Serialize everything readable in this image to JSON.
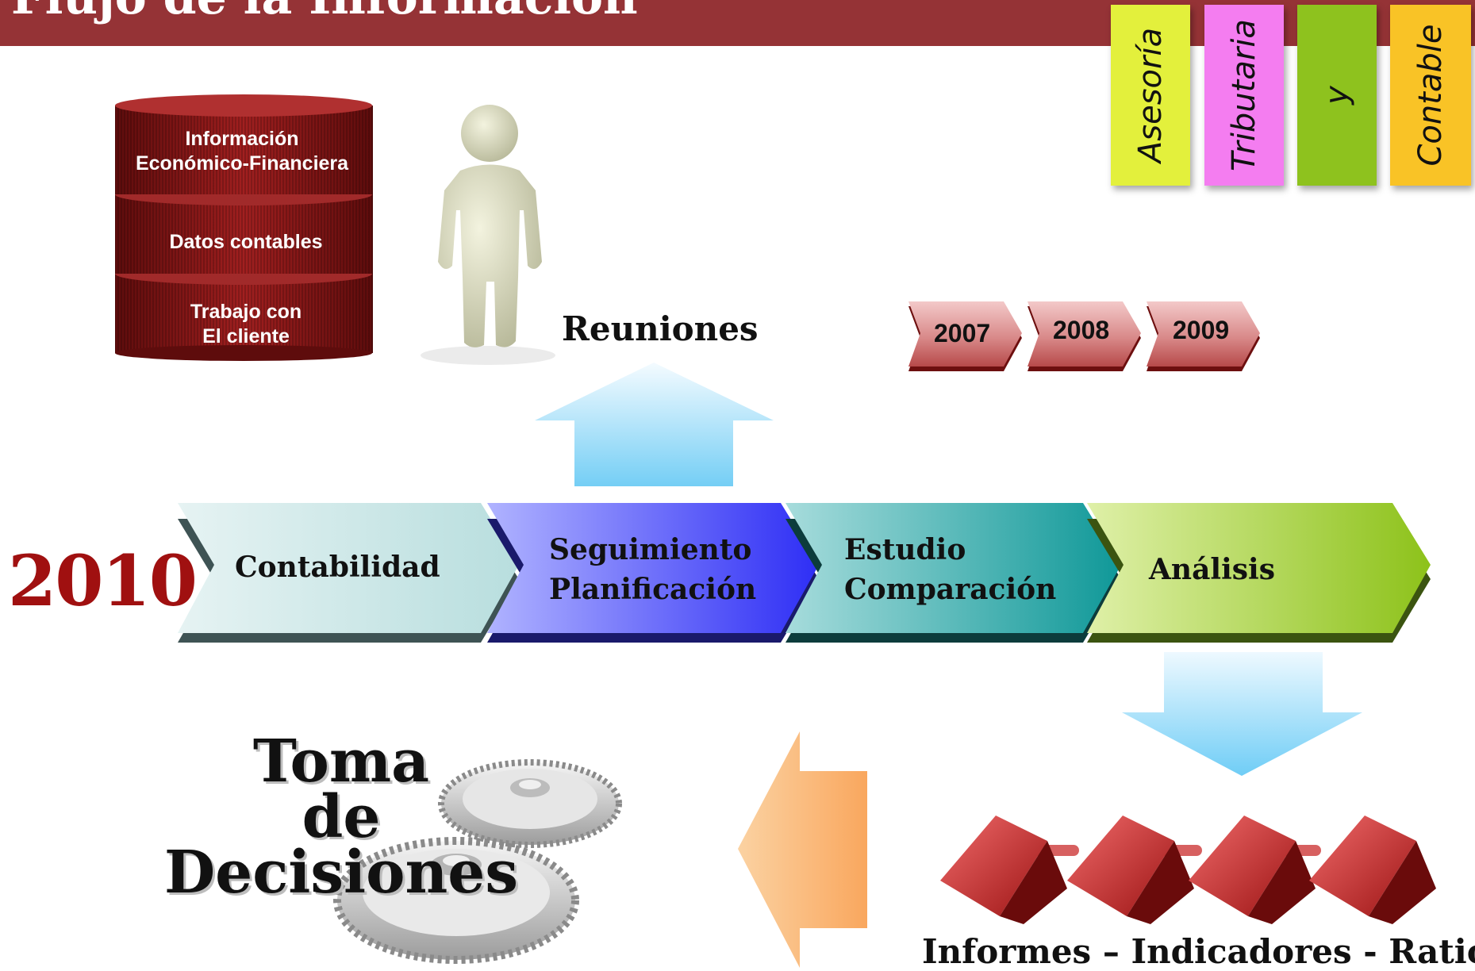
{
  "header": {
    "title": "Flujo de la Información"
  },
  "sticky_notes": [
    {
      "label": "Asesoría",
      "color": "#e3f03c"
    },
    {
      "label": "Tributaria",
      "color": "#f47df0"
    },
    {
      "label": "y",
      "color": "#8ec21e"
    },
    {
      "label": "Contable",
      "color": "#f9c326"
    }
  ],
  "database": {
    "levels": [
      {
        "line1": "Información",
        "line2": "Económico-Financiera"
      },
      {
        "line1": "Datos contables",
        "line2": ""
      },
      {
        "line1": "Trabajo con",
        "line2": "El cliente"
      }
    ],
    "color": "#8d1717"
  },
  "person_label": "Reuniones",
  "years": [
    "2007",
    "2008",
    "2009"
  ],
  "current_year": "2010",
  "process": [
    {
      "line1": "Contabilidad",
      "line2": ""
    },
    {
      "line1": "Seguimiento",
      "line2": "Planificación"
    },
    {
      "line1": "Estudio",
      "line2": "Comparación"
    },
    {
      "line1": "Análisis",
      "line2": ""
    }
  ],
  "decision": {
    "line1": "Toma",
    "line2": "de",
    "line3": "Decisiones"
  },
  "outputs_label": "Informes – Indicadores - Ratios"
}
